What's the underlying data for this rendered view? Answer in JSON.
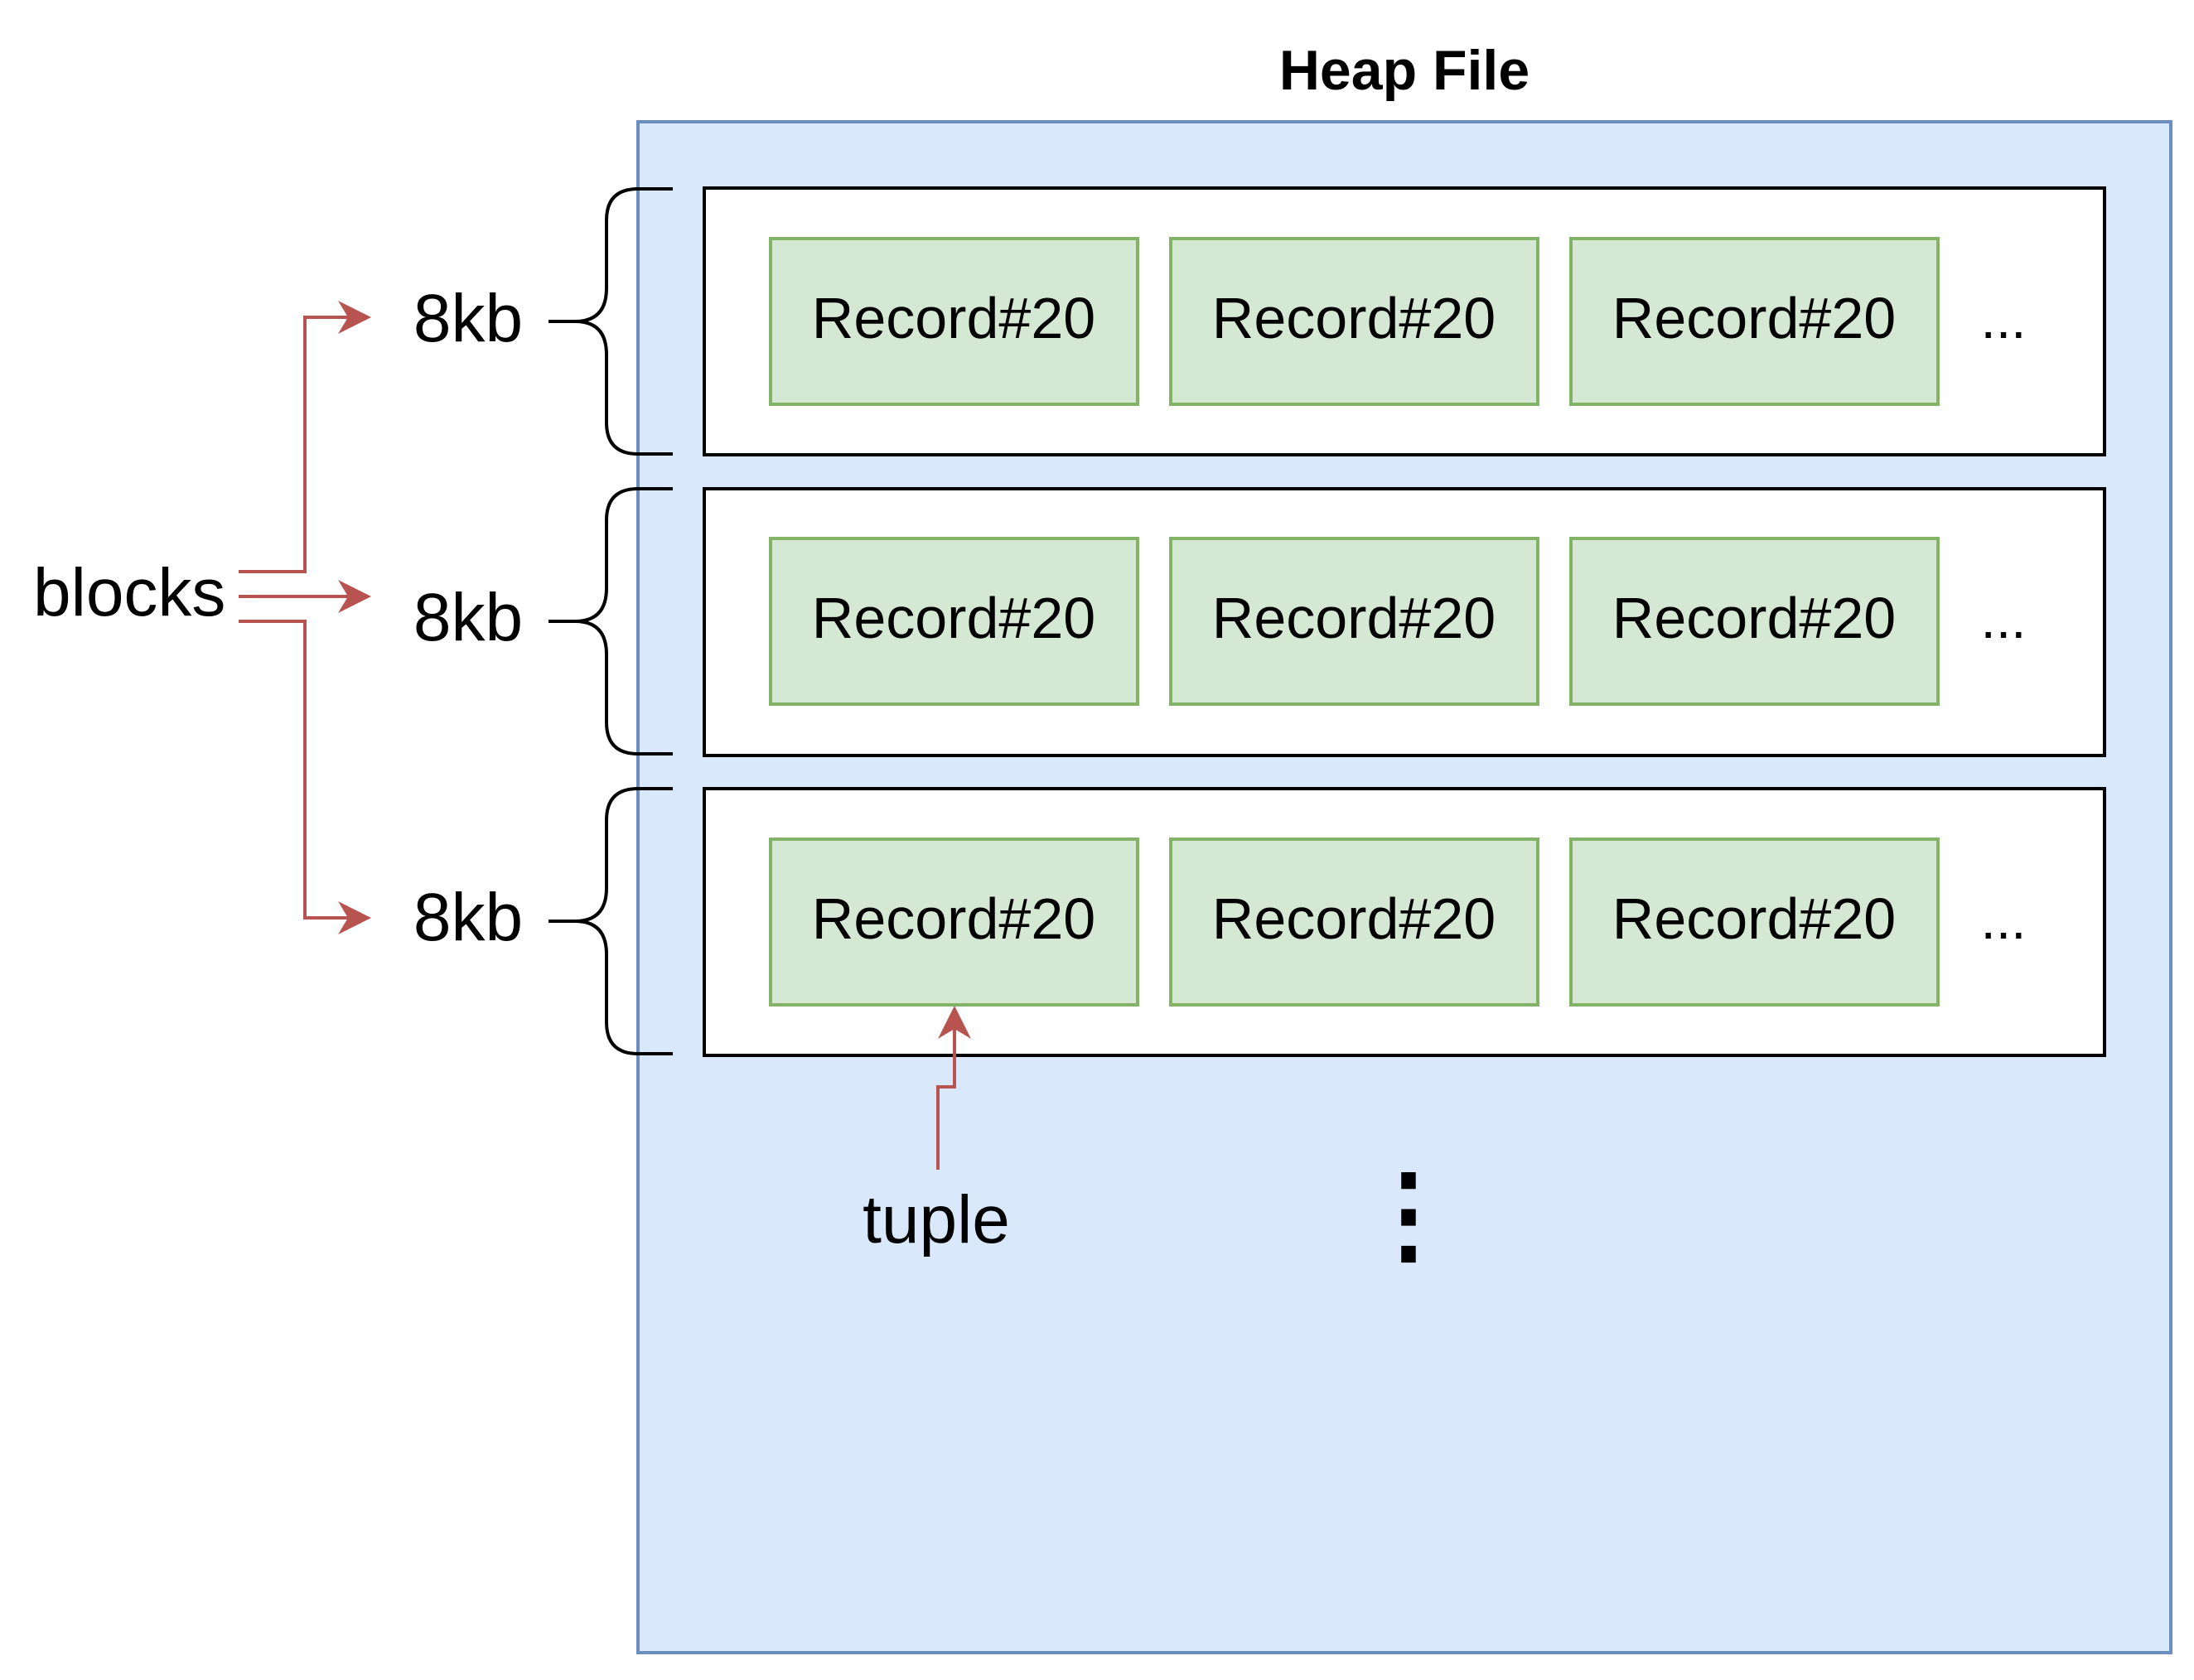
{
  "heap_file": {
    "title": "Heap File",
    "fill_color": "#dae8fc",
    "stroke_color": "#6c8ebf"
  },
  "blocks": [
    {
      "size_label": "8kb",
      "records": [
        "Record#20",
        "Record#20",
        "Record#20"
      ],
      "more_label": "..."
    },
    {
      "size_label": "8kb",
      "records": [
        "Record#20",
        "Record#20",
        "Record#20"
      ],
      "more_label": "..."
    },
    {
      "size_label": "8kb",
      "records": [
        "Record#20",
        "Record#20",
        "Record#20"
      ],
      "more_label": "..."
    }
  ],
  "annotations": {
    "blocks_label": "blocks",
    "tuple_label": "tuple",
    "continuation_mark": "⋮"
  },
  "colors": {
    "record_fill": "#d5e8d4",
    "record_stroke": "#82b366",
    "arrow": "#b85450"
  }
}
